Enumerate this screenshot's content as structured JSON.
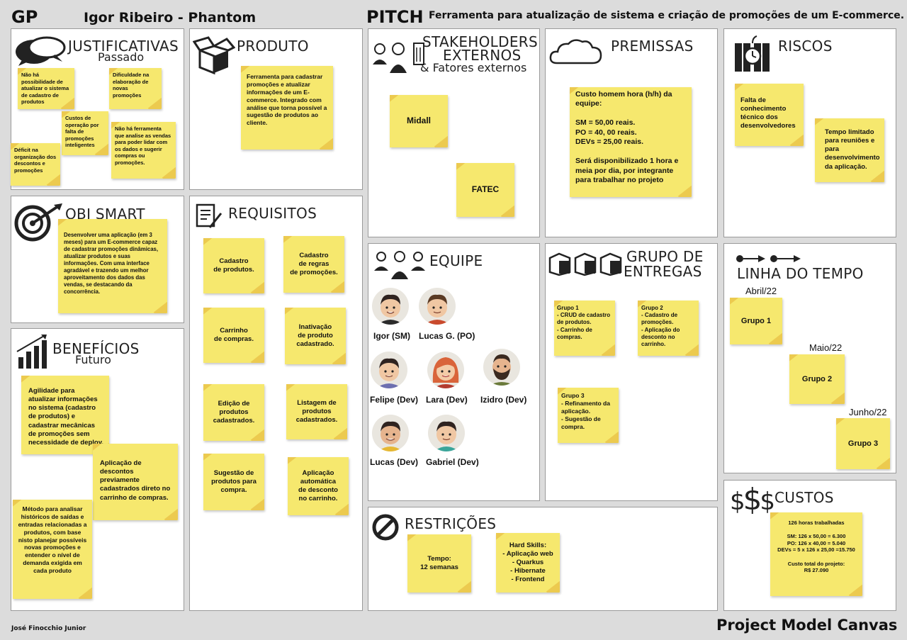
{
  "header": {
    "gp_label": "GP",
    "project_name": "Igor Ribeiro - Phantom",
    "pitch_label": "PITCH",
    "pitch_text": "Ferramenta para atualização de sistema e criação de promoções de um E-commerce."
  },
  "footer": {
    "author": "José Finocchio Junior",
    "canvas_title": "Project Model Canvas"
  },
  "justificativas": {
    "title": "JUSTIFICATIVAS",
    "subtitle": "Passado",
    "notes": [
      "Não há possibilidade de atualizar o sistema de cadastro de produtos",
      "Dificuldade na elaboração de novas promoções",
      "Custos de operação por falta de promoções inteligentes",
      "Não há ferramenta que analise as vendas para poder lidar com os dados e sugerir compras ou promoções.",
      "Déficit na organização dos descontos e promoções"
    ]
  },
  "produto": {
    "title": "PRODUTO",
    "note": "Ferramenta para cadastrar promoções e atualizar informações de um E-commerce. Integrado com análise que torna possível a sugestão de produtos ao cliente."
  },
  "stakeholders": {
    "title_line1": "STAKEHOLDERS",
    "title_line2": "EXTERNOS",
    "subtitle": "& Fatores externos",
    "notes": [
      "Midall",
      "FATEC"
    ]
  },
  "premissas": {
    "title": "PREMISSAS",
    "note": "Custo homem hora (h/h) da equipe:\n\nSM = 50,00 reais.\nPO = 40, 00 reais.\nDEVs = 25,00 reais.\n\nSerá disponibilizado 1 hora e meia por dia, por integrante para trabalhar no projeto"
  },
  "riscos": {
    "title": "RISCOS",
    "notes": [
      "Falta de conhecimento técnico dos desenvolvedores",
      "Tempo limitado para reuniões e para desenvolvimento da aplicação."
    ]
  },
  "obj_smart": {
    "title": "OBJ SMART",
    "note": "Desenvolver uma aplicação (em 3 meses) para um E-commerce capaz de cadastrar promoções dinâmicas, atualizar produtos e suas informações. Com uma interface agradável e trazendo um melhor aproveitamento dos dados das vendas, se destacando da concorrência."
  },
  "requisitos": {
    "title": "REQUISITOS",
    "notes": [
      "Cadastro\nde produtos.",
      "Cadastro\nde regras\nde promoções.",
      "Carrinho\nde compras.",
      "Inativação\nde produto\ncadastrado.",
      "Edição de\nprodutos\ncadastrados.",
      "Listagem de\nprodutos\ncadastrados.",
      "Sugestão de\nprodutos para\ncompra.",
      "Aplicação\nautomática\nde desconto\nno carrinho."
    ]
  },
  "equipe": {
    "title": "EQUIPE",
    "members": [
      "Igor (SM)",
      "Lucas G. (PO)",
      "Felipe (Dev)",
      "Lara (Dev)",
      "Izidro (Dev)",
      "Lucas (Dev)",
      "Gabriel (Dev)"
    ]
  },
  "grupo_entregas": {
    "title_line1": "GRUPO DE",
    "title_line2": "ENTREGAS",
    "notes": [
      "Grupo 1\n- CRUD de cadastro de produtos.\n- Carrinho de compras.",
      "Grupo 2\n- Cadastro de promoções.\n- Aplicação do desconto no carrinho.",
      "Grupo 3\n- Refinamento da aplicação.\n- Sugestão de compra."
    ]
  },
  "linha_tempo": {
    "title": "LINHA DO TEMPO",
    "months": [
      "Abril/22",
      "Maio/22",
      "Junho/22"
    ],
    "groups": [
      "Grupo 1",
      "Grupo 2",
      "Grupo 3"
    ]
  },
  "beneficios": {
    "title": "BENEFÍCIOS",
    "subtitle": "Futuro",
    "notes": [
      "Agilidade para atualizar informações no sistema (cadastro de produtos) e cadastrar mecânicas de promoções sem necessidade de deploy.",
      "Aplicação de descontos previamente cadastrados direto no carrinho de compras.",
      "Método para analisar históricos de saídas e entradas relacionadas a produtos, com base nisto planejar possíveis novas promoções e entender o nível de demanda exigida em cada produto"
    ]
  },
  "restricoes": {
    "title": "RESTRIÇÕES",
    "notes": [
      "Tempo:\n12 semanas",
      "Hard Skills:\n- Aplicação web\n- Quarkus\n- Hibernate\n- Frontend"
    ]
  },
  "custos": {
    "title": "CUSTOS",
    "note": "126 horas trabalhadas\n\nSM: 126 x 50,00 = 6.300\nPO: 126 x 40,00 = 5.040\nDEVs = 5 x 126 x 25,00 =15.750\n\nCusto total do projeto:\nR$ 27.090"
  }
}
